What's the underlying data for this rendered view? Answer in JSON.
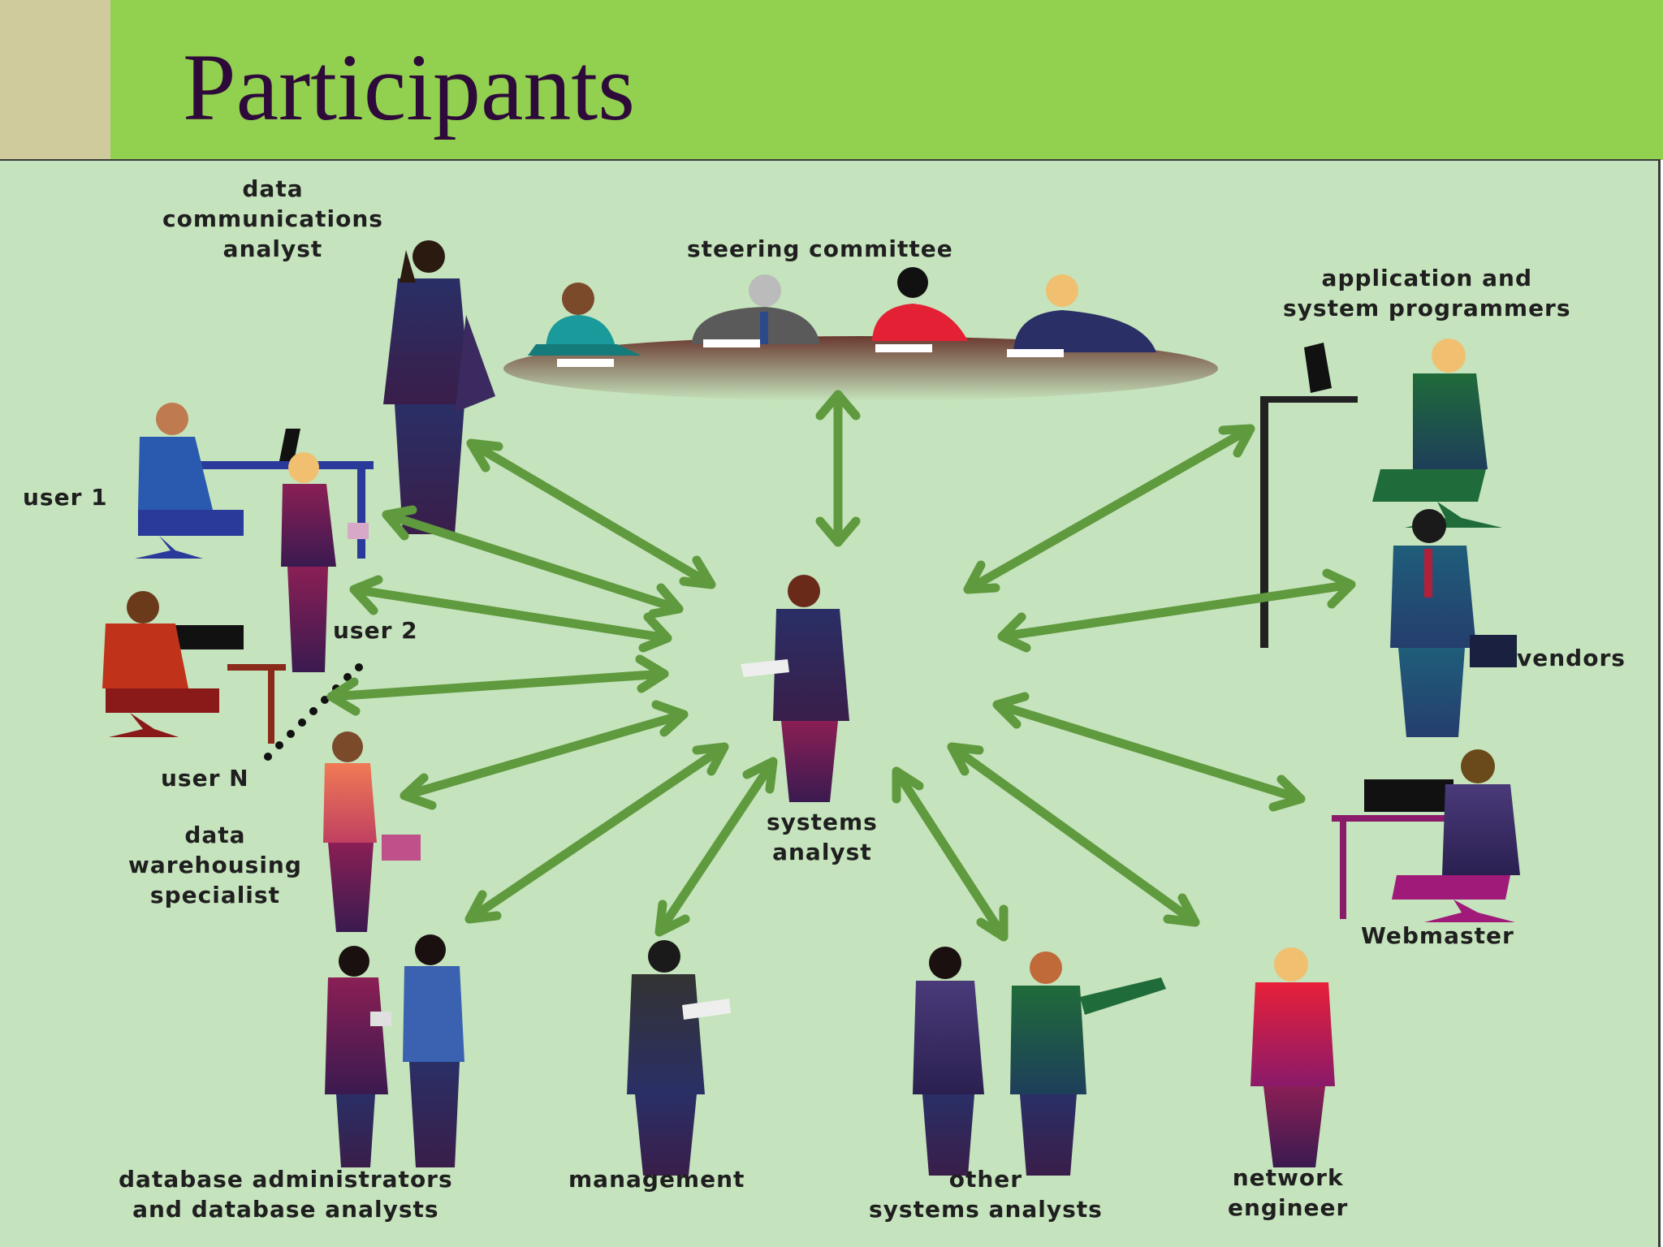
{
  "slide": {
    "title": "Participants"
  },
  "colors": {
    "header": "#92d050",
    "header_left": "#cfcb9c",
    "panel": "#c5e3bc",
    "arrow": "#5f9a3e",
    "title": "#2e0a3a"
  },
  "diagram": {
    "center": {
      "id": "systems-analyst",
      "lines": [
        "systems",
        "analyst"
      ]
    },
    "participants": [
      {
        "id": "data-communications-analyst",
        "lines": [
          "data",
          "communications",
          "analyst"
        ]
      },
      {
        "id": "steering-committee",
        "lines": [
          "steering committee"
        ]
      },
      {
        "id": "application-and-system-programmers",
        "lines": [
          "application and",
          "system programmers"
        ]
      },
      {
        "id": "user-1",
        "lines": [
          "user 1"
        ]
      },
      {
        "id": "user-2",
        "lines": [
          "user 2"
        ]
      },
      {
        "id": "user-n",
        "lines": [
          "user N"
        ]
      },
      {
        "id": "vendors",
        "lines": [
          "vendors"
        ]
      },
      {
        "id": "data-warehousing-specialist",
        "lines": [
          "data",
          "warehousing",
          "specialist"
        ]
      },
      {
        "id": "webmaster",
        "lines": [
          "Webmaster"
        ]
      },
      {
        "id": "database-administrators",
        "lines": [
          "database administrators",
          "and database analysts"
        ]
      },
      {
        "id": "management",
        "lines": [
          "management"
        ]
      },
      {
        "id": "other-systems-analysts",
        "lines": [
          "other",
          "systems analysts"
        ]
      },
      {
        "id": "network-engineer",
        "lines": [
          "network",
          "engineer"
        ]
      }
    ]
  }
}
